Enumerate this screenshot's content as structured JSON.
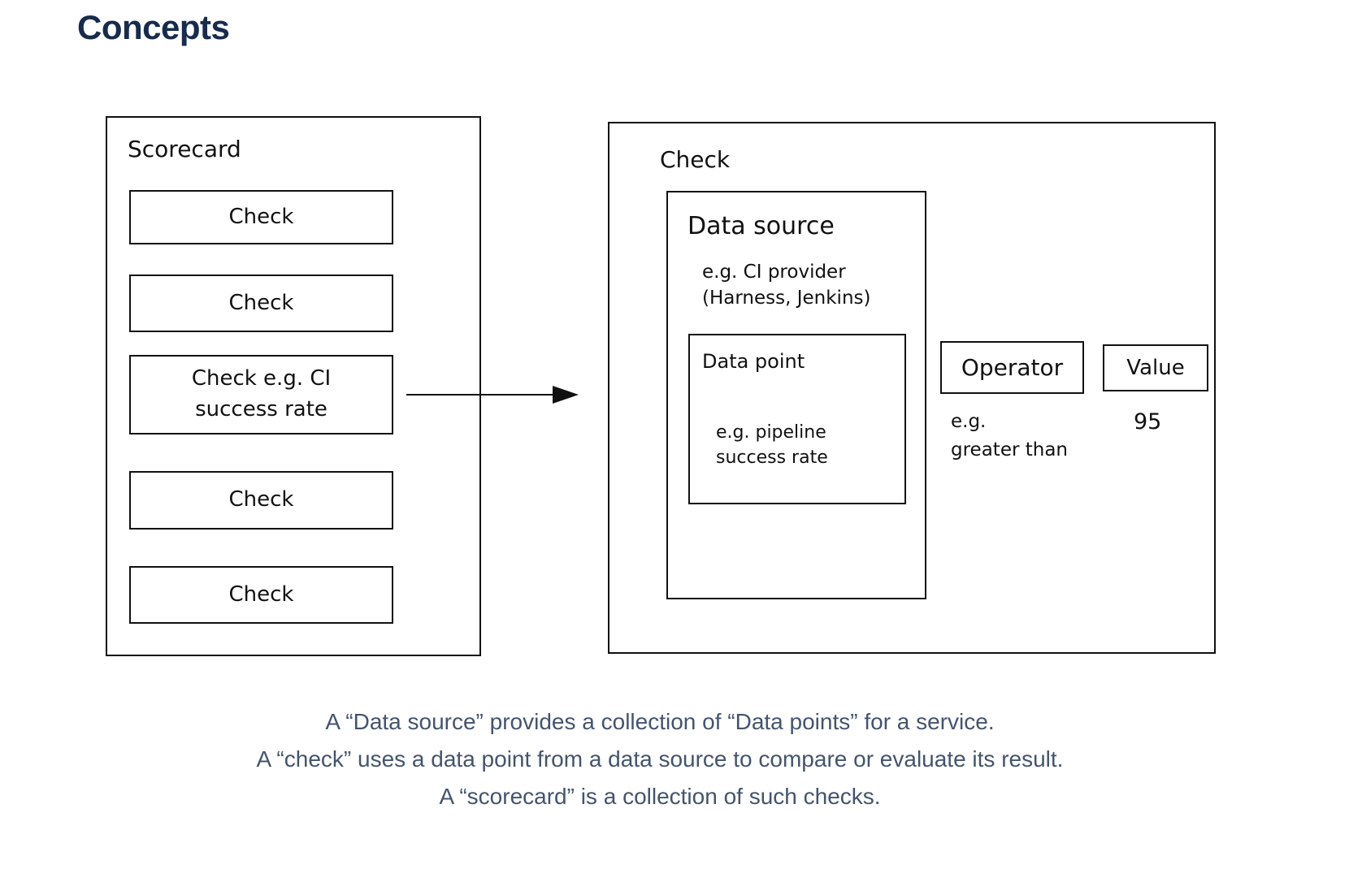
{
  "page": {
    "title": "Concepts"
  },
  "diagram": {
    "scorecard": {
      "label": "Scorecard",
      "checks": [
        {
          "label": "Check"
        },
        {
          "label": "Check"
        },
        {
          "label": "Check e.g. CI\nsuccess rate"
        },
        {
          "label": "Check"
        },
        {
          "label": "Check"
        }
      ]
    },
    "check_detail": {
      "label": "Check",
      "data_source": {
        "label": "Data source",
        "example": "e.g. CI provider\n(Harness, Jenkins)",
        "data_point": {
          "label": "Data point",
          "example": "e.g. pipeline\nsuccess rate"
        }
      },
      "operator": {
        "label": "Operator",
        "example": "e.g.\ngreater than"
      },
      "value": {
        "label": "Value",
        "example": "95"
      }
    }
  },
  "captions": [
    "A “Data source” provides a collection of “Data points” for a service.",
    "A “check” uses a data point from a data source to compare or evaluate its result.",
    "A “scorecard” is a collection of such checks."
  ]
}
